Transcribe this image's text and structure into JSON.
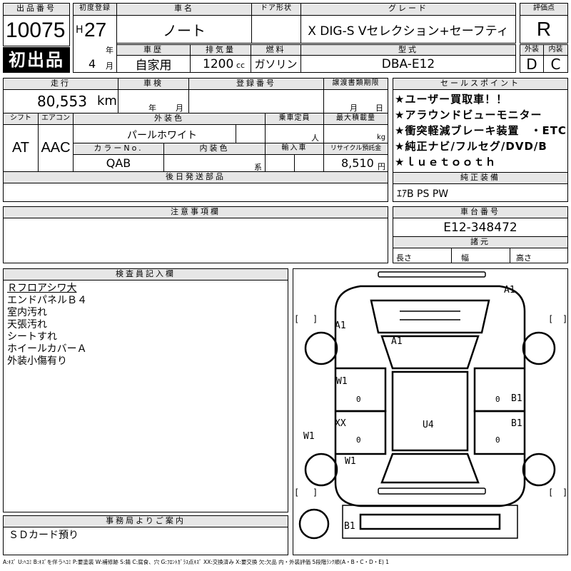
{
  "lot": {
    "label": "出品番号",
    "number": "10075",
    "first_listing": "初出品"
  },
  "registration": {
    "label": "初度登録",
    "era": "H",
    "year": "27",
    "year_unit": "年",
    "month": "4",
    "month_unit": "月"
  },
  "car": {
    "name_label": "車名",
    "name": "ノート",
    "door_label": "ドア形状",
    "door": "",
    "grade_label": "グレード",
    "grade": "X DIG-S Vセレクション+セーフティ",
    "rating_label": "評価点",
    "rating": "R",
    "history_label": "車歴",
    "history": "自家用",
    "displacement_label": "排気量",
    "displacement": "1200",
    "displacement_unit": "cc",
    "fuel_label": "燃料",
    "fuel": "ガソリン",
    "model_label": "型式",
    "model": "DBA-E12",
    "exterior_label": "外装",
    "exterior": "D",
    "interior_label": "内装",
    "interior": "C"
  },
  "row2": {
    "mileage_label": "走行",
    "mileage": "80,553",
    "mileage_unit": "km",
    "inspection_label": "車検",
    "inspection_year_unit": "年",
    "inspection_month_unit": "月",
    "plate_label": "登録番号",
    "plate": "",
    "transfer_label": "譲渡書類期限",
    "transfer_month_unit": "月",
    "transfer_day_unit": "日",
    "shift_label": "シフト",
    "shift": "AT",
    "aircon_label": "エアコン",
    "aircon": "AAC",
    "color_label": "外装色",
    "color": "パールホワイト",
    "capacity_label": "乗車定員",
    "capacity_unit": "人",
    "load_label": "最大積載量",
    "load_unit": "kg",
    "color_no_label": "カラーNo.",
    "color_no": "QAB",
    "interior_color_label": "内装色",
    "interior_color_unit": "系",
    "import_label": "輸入車",
    "recycle_label": "リサイクル預託金",
    "recycle": "8,510",
    "recycle_unit": "円",
    "later_parts_label": "後日発送部品",
    "later_parts": ""
  },
  "sales_points": {
    "label": "セールスポイント",
    "lines": [
      "★ユーザー買取車！！",
      "★アラウンドビューモニター",
      "★衝突軽減ブレーキ装置　・ETC",
      "★純正ナビ/フルセグ/DVD/B",
      "★ｌｕｅｔｏｏｔｈ"
    ]
  },
  "equipment": {
    "label": "純正装備",
    "value": "ｴｱB PS PW"
  },
  "notes": {
    "label": "注意事項欄",
    "value": ""
  },
  "chassis": {
    "label": "車台番号",
    "value": "E12-348472"
  },
  "specs": {
    "label": "諸元",
    "length_label": "長さ",
    "width_label": "幅",
    "height_label": "高さ"
  },
  "inspector": {
    "label": "検査員記入欄",
    "lines": [
      "Ｒフロアシワ大",
      "エンドパネルＢ４",
      "室内汚れ",
      "天張汚れ",
      "シートすれ",
      "ホイールカバーＡ",
      "外装小傷有り"
    ]
  },
  "office": {
    "label": "事務局よりご案内",
    "value": "ＳＤカード預り"
  },
  "diagram_marks": {
    "front": "A1",
    "front_left_fender": "A1",
    "hood": "A1",
    "left_front_door": "W1",
    "left_rear_door": "XX",
    "left_quarter": "W1",
    "left_sill": "W1",
    "right_front_door": "B1",
    "right_rear_door": "B1",
    "roof": "U4",
    "rear": "B1",
    "zero_1": "0",
    "zero_2": "0",
    "zero_3": "0",
    "zero_4": "0"
  },
  "legend": "A:ｷｽﾞ U:ﾍｺﾐ B:ｷｽﾞを伴うﾍｺﾐ P:要塗装 W:補修跡 S:錆 C:腐食、穴 G:ﾌﾛﾝﾄｶﾞﾗｽ点ｷｽﾞ XX:交換済み X:要交換 欠:欠品 内・外装評価 5段階ﾗﾝｸ順(A・B・C・D・E) 1"
}
